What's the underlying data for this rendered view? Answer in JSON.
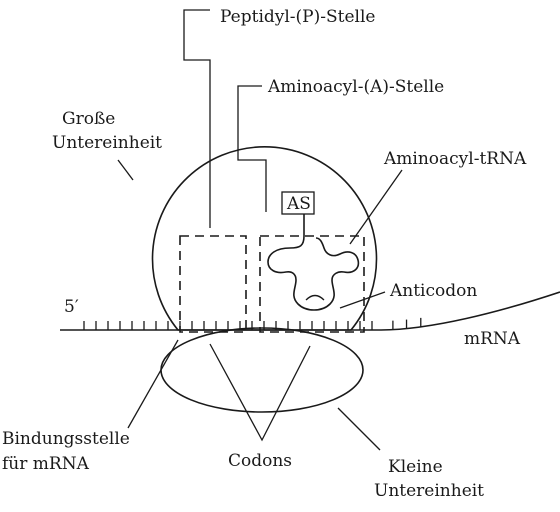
{
  "labels": {
    "peptidyl_site": "Peptidyl-(P)-Stelle",
    "aminoacyl_site": "Aminoacyl-(A)-Stelle",
    "large_subunit_line1": "Große",
    "large_subunit_line2": "Untereinheit",
    "aminoacyl_trna": "Aminoacyl-tRNA",
    "amino_acid_box": "AS",
    "five_prime": "5′",
    "anticodon": "Anticodon",
    "mrna": "mRNA",
    "binding_site_line1": "Bindungsstelle",
    "binding_site_line2": "für mRNA",
    "codons": "Codons",
    "small_subunit_line1": "Kleine",
    "small_subunit_line2": "Untereinheit"
  }
}
